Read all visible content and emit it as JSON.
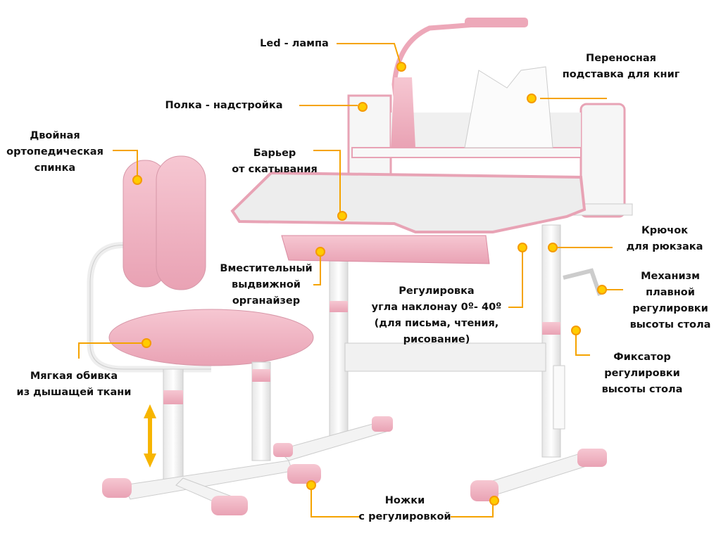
{
  "colors": {
    "pink": "#f2b6c4",
    "pink_dark": "#e79aae",
    "white_frame": "#f4f4f4",
    "leader": "#f5a300",
    "dot": "#ffcc00"
  },
  "labels": {
    "lamp": [
      "Led - лампа"
    ],
    "book_stand": [
      "Переносная",
      "подставка для книг"
    ],
    "shelf": [
      "Полка - надстройка"
    ],
    "backrest": [
      "Двойная",
      "ортопедическая",
      "спинка"
    ],
    "barrier": [
      "Барьер",
      "от скатывания"
    ],
    "organizer": [
      "Вместительный",
      "выдвижной",
      "органайзер"
    ],
    "tilt": [
      "Регулировка",
      "угла наклонау 0º- 40º",
      "(для письма, чтения,",
      "рисование)"
    ],
    "hook": [
      "Крючок",
      "для рюкзака"
    ],
    "mechanism": [
      "Механизм",
      "плавной",
      "регулировки",
      "высоты стола"
    ],
    "upholstery": [
      "Мягкая обивка",
      "из дышащей ткани"
    ],
    "lock": [
      "Фиксатор",
      "регулировки",
      "высоты стола"
    ],
    "feet": [
      "Ножки",
      "с регулировкой"
    ]
  }
}
